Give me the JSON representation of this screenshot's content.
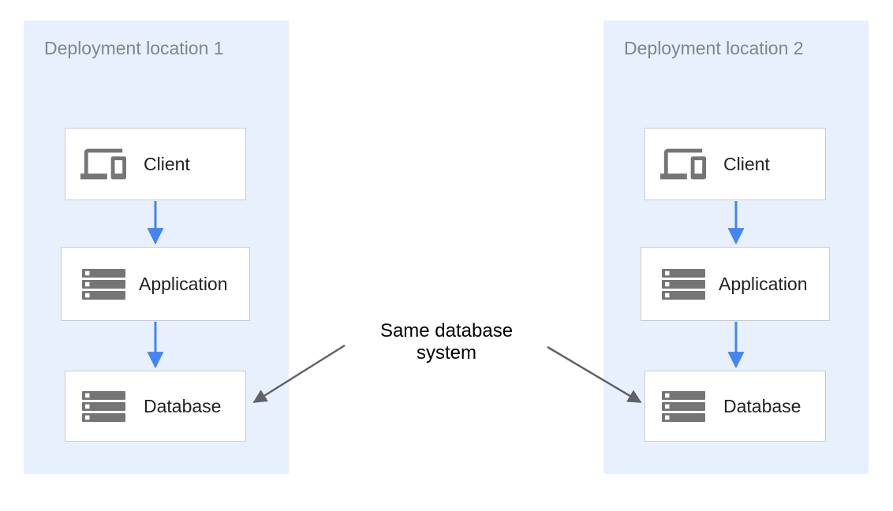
{
  "diagram": {
    "panels": [
      {
        "title": "Deployment location 1",
        "nodes": [
          {
            "label": "Client",
            "icon": "devices-icon"
          },
          {
            "label": "Application",
            "icon": "server-stack-icon"
          },
          {
            "label": "Database",
            "icon": "server-stack-icon"
          }
        ]
      },
      {
        "title": "Deployment location 2",
        "nodes": [
          {
            "label": "Client",
            "icon": "devices-icon"
          },
          {
            "label": "Application",
            "icon": "server-stack-icon"
          },
          {
            "label": "Database",
            "icon": "server-stack-icon"
          }
        ]
      }
    ],
    "annotation": {
      "text": "Same database\nsystem"
    },
    "colors": {
      "panel-bg": "#e8f0fe",
      "panel-title": "#80868b",
      "box-bg": "#ffffff",
      "box-border": "#c9cccf",
      "box-text": "#212121",
      "icon-gray": "#757575",
      "flow-arrow": "#4285f4",
      "annotation-arrow": "#5f6368",
      "annotation-text": "#000000"
    }
  }
}
